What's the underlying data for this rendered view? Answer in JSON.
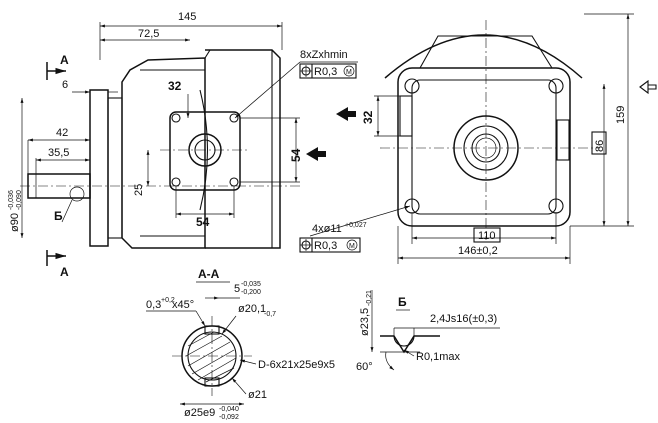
{
  "dimensions": {
    "overall_length": "145",
    "half_length": "72,5",
    "port_size": "8xZxhmin",
    "position_tol_top": "R0,3",
    "flange_thickness": "6",
    "dim_42": "42",
    "dim_35_5": "35,5",
    "flange_dia": "ø90",
    "flange_dia_tol_upper": "-0,036",
    "flange_dia_tol_lower": "-0,090",
    "shaft_offset": "25",
    "port_spacing_v": "32",
    "port_spacing_h": "54",
    "port_spacing_h2": "54",
    "port_height": "32",
    "side_height": "86",
    "overall_height": "159",
    "hole_spec": "4xø11",
    "hole_tol": "+0,027",
    "position_tol_bottom": "R0,3",
    "hole_spacing": "110",
    "flange_width": "146±0,2"
  },
  "section_labels": {
    "a_top": "A",
    "a_bottom": "A",
    "b_view": "Б",
    "aa_title": "А-А",
    "b_detail_title": "Б"
  },
  "section_aa": {
    "chamfer": "0,3",
    "chamfer_tol": "+0,2",
    "chamfer_angle": "x45°",
    "key_width": "5",
    "key_tol_upper": "-0,035",
    "key_tol_lower": "-0,200",
    "inner_dia": "ø20,1",
    "inner_dia_tol": "-0,7",
    "spline_spec": "D-6x21x25e9x5",
    "outer_dia": "ø25e9",
    "outer_dia_tol_upper": "-0,040",
    "outer_dia_tol_lower": "-0,092",
    "minor_dia": "ø21"
  },
  "detail_b": {
    "dia": "ø23,5",
    "dia_tol": "-0,21",
    "width_spec": "2,4Js16(±0,3)",
    "angle": "60°",
    "radius": "R0,1max"
  },
  "symbols": {
    "position_icon": "position-tolerance-icon",
    "material_modifier": "M"
  }
}
